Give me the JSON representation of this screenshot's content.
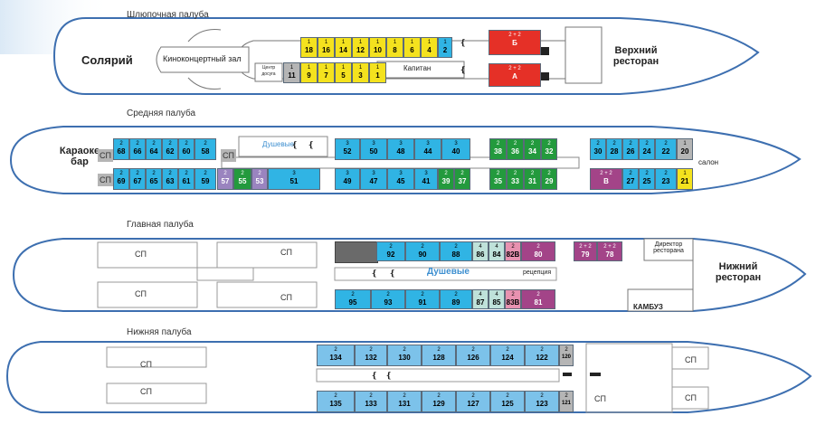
{
  "decks": {
    "boat": {
      "title": "Шлюпочная палуба"
    },
    "middle": {
      "title": "Средняя палуба"
    },
    "main": {
      "title": "Главная палуба"
    },
    "lower": {
      "title": "Нижняя палуба"
    }
  },
  "areas": {
    "solarium": "Солярий",
    "cinema": "Киноконцертный зал",
    "upper_restaurant": "Верхний ресторан",
    "captain": "Капитан",
    "center": "Центр досуга",
    "karaoke": "Караоке бар",
    "showers_mid": "Душевые",
    "salon": "салон",
    "showers_main": "Душевые",
    "reception": "рецепция",
    "director": "Директор ресторана",
    "lower_restaurant": "Нижний ресторан",
    "galley": "КАМБУЗ",
    "sp": "СП"
  },
  "colors": {
    "yellow": "#f4e21e",
    "red": "#e53027",
    "cyan": "#30b4e4",
    "green": "#239a3d",
    "purple": "#a34488",
    "lilac": "#9a84bf",
    "grey": "#b5b5b5",
    "pink": "#e892b0",
    "lightblue": "#7cc2ea",
    "paleteal": "#bfe2da"
  },
  "cabins": [
    {
      "n": "18",
      "c": "1",
      "col": "yellow"
    },
    {
      "n": "16",
      "c": "1",
      "col": "yellow"
    },
    {
      "n": "14",
      "c": "1",
      "col": "yellow"
    },
    {
      "n": "12",
      "c": "1",
      "col": "yellow"
    },
    {
      "n": "10",
      "c": "1",
      "col": "yellow"
    },
    {
      "n": "8",
      "c": "1",
      "col": "yellow"
    },
    {
      "n": "6",
      "c": "1",
      "col": "yellow"
    },
    {
      "n": "4",
      "c": "1",
      "col": "yellow"
    },
    {
      "n": "2",
      "c": "1",
      "col": "cyan"
    },
    {
      "n": "11",
      "c": "1",
      "col": "grey"
    },
    {
      "n": "9",
      "c": "1",
      "col": "yellow"
    },
    {
      "n": "7",
      "c": "1",
      "col": "yellow"
    },
    {
      "n": "5",
      "c": "1",
      "col": "yellow"
    },
    {
      "n": "3",
      "c": "1",
      "col": "yellow"
    },
    {
      "n": "1",
      "c": "1",
      "col": "yellow"
    },
    {
      "n": "Б",
      "c": "2 + 2",
      "col": "red"
    },
    {
      "n": "А",
      "c": "2 + 2",
      "col": "red"
    },
    {
      "n": "68",
      "c": "2",
      "col": "cyan"
    },
    {
      "n": "66",
      "c": "2",
      "col": "cyan"
    },
    {
      "n": "64",
      "c": "2",
      "col": "cyan"
    },
    {
      "n": "62",
      "c": "2",
      "col": "cyan"
    },
    {
      "n": "60",
      "c": "2",
      "col": "cyan"
    },
    {
      "n": "58",
      "c": "2",
      "col": "cyan"
    },
    {
      "n": "52",
      "c": "3",
      "col": "cyan"
    },
    {
      "n": "50",
      "c": "3",
      "col": "cyan"
    },
    {
      "n": "48",
      "c": "3",
      "col": "cyan"
    },
    {
      "n": "44",
      "c": "3",
      "col": "cyan"
    },
    {
      "n": "40",
      "c": "3",
      "col": "cyan"
    },
    {
      "n": "38",
      "c": "2",
      "col": "green"
    },
    {
      "n": "36",
      "c": "2",
      "col": "green"
    },
    {
      "n": "34",
      "c": "2",
      "col": "green"
    },
    {
      "n": "32",
      "c": "2",
      "col": "green"
    },
    {
      "n": "30",
      "c": "2",
      "col": "cyan"
    },
    {
      "n": "28",
      "c": "2",
      "col": "cyan"
    },
    {
      "n": "26",
      "c": "2",
      "col": "cyan"
    },
    {
      "n": "24",
      "c": "2",
      "col": "cyan"
    },
    {
      "n": "22",
      "c": "2",
      "col": "cyan"
    },
    {
      "n": "20",
      "c": "1",
      "col": "grey"
    },
    {
      "n": "69",
      "c": "2",
      "col": "cyan"
    },
    {
      "n": "67",
      "c": "2",
      "col": "cyan"
    },
    {
      "n": "65",
      "c": "2",
      "col": "cyan"
    },
    {
      "n": "63",
      "c": "2",
      "col": "cyan"
    },
    {
      "n": "61",
      "c": "2",
      "col": "cyan"
    },
    {
      "n": "59",
      "c": "2",
      "col": "cyan"
    },
    {
      "n": "57",
      "c": "2",
      "col": "lilac"
    },
    {
      "n": "55",
      "c": "2",
      "col": "green"
    },
    {
      "n": "53",
      "c": "2",
      "col": "lilac"
    },
    {
      "n": "51",
      "c": "3",
      "col": "cyan"
    },
    {
      "n": "49",
      "c": "3",
      "col": "cyan"
    },
    {
      "n": "47",
      "c": "3",
      "col": "cyan"
    },
    {
      "n": "45",
      "c": "3",
      "col": "cyan"
    },
    {
      "n": "41",
      "c": "3",
      "col": "cyan"
    },
    {
      "n": "39",
      "c": "2",
      "col": "green"
    },
    {
      "n": "37",
      "c": "2",
      "col": "green"
    },
    {
      "n": "35",
      "c": "2",
      "col": "green"
    },
    {
      "n": "33",
      "c": "2",
      "col": "green"
    },
    {
      "n": "31",
      "c": "2",
      "col": "green"
    },
    {
      "n": "29",
      "c": "2",
      "col": "green"
    },
    {
      "n": "В",
      "c": "2 + 2",
      "col": "purple"
    },
    {
      "n": "27",
      "c": "2",
      "col": "cyan"
    },
    {
      "n": "25",
      "c": "2",
      "col": "cyan"
    },
    {
      "n": "23",
      "c": "2",
      "col": "cyan"
    },
    {
      "n": "21",
      "c": "1",
      "col": "yellow"
    },
    {
      "n": "92",
      "c": "2",
      "col": "cyan"
    },
    {
      "n": "90",
      "c": "2",
      "col": "cyan"
    },
    {
      "n": "88",
      "c": "2",
      "col": "cyan"
    },
    {
      "n": "86",
      "c": "4",
      "col": "paleteal"
    },
    {
      "n": "84",
      "c": "4",
      "col": "paleteal"
    },
    {
      "n": "82В",
      "c": "2",
      "col": "pink"
    },
    {
      "n": "80",
      "c": "2",
      "col": "purple"
    },
    {
      "n": "79",
      "c": "2 + 2",
      "col": "purple"
    },
    {
      "n": "78",
      "c": "2 + 2",
      "col": "purple"
    },
    {
      "n": "95",
      "c": "2",
      "col": "cyan"
    },
    {
      "n": "93",
      "c": "2",
      "col": "cyan"
    },
    {
      "n": "91",
      "c": "2",
      "col": "cyan"
    },
    {
      "n": "89",
      "c": "2",
      "col": "cyan"
    },
    {
      "n": "87",
      "c": "4",
      "col": "paleteal"
    },
    {
      "n": "85",
      "c": "4",
      "col": "paleteal"
    },
    {
      "n": "83В",
      "c": "2",
      "col": "pink"
    },
    {
      "n": "81",
      "c": "2",
      "col": "purple"
    },
    {
      "n": "134",
      "c": "2",
      "col": "lightblue"
    },
    {
      "n": "132",
      "c": "2",
      "col": "lightblue"
    },
    {
      "n": "130",
      "c": "2",
      "col": "lightblue"
    },
    {
      "n": "128",
      "c": "2",
      "col": "lightblue"
    },
    {
      "n": "126",
      "c": "2",
      "col": "lightblue"
    },
    {
      "n": "124",
      "c": "2",
      "col": "lightblue"
    },
    {
      "n": "122",
      "c": "2",
      "col": "lightblue"
    },
    {
      "n": "120",
      "c": "2",
      "col": "grey"
    },
    {
      "n": "135",
      "c": "2",
      "col": "lightblue"
    },
    {
      "n": "133",
      "c": "2",
      "col": "lightblue"
    },
    {
      "n": "131",
      "c": "2",
      "col": "lightblue"
    },
    {
      "n": "129",
      "c": "2",
      "col": "lightblue"
    },
    {
      "n": "127",
      "c": "2",
      "col": "lightblue"
    },
    {
      "n": "125",
      "c": "2",
      "col": "lightblue"
    },
    {
      "n": "123",
      "c": "2",
      "col": "lightblue"
    },
    {
      "n": "121",
      "c": "2",
      "col": "grey"
    }
  ]
}
